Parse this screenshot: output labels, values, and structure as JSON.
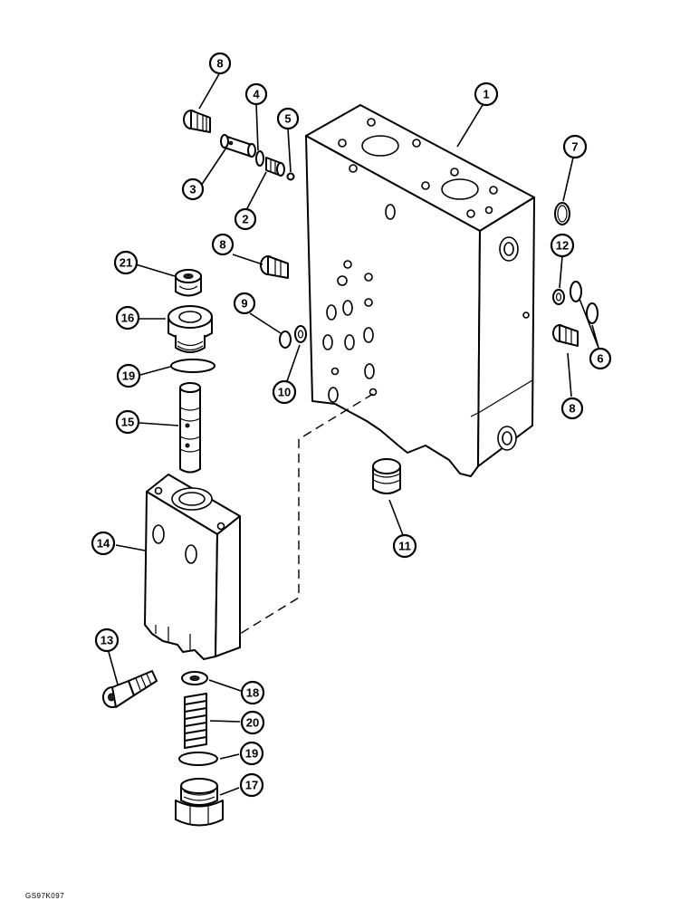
{
  "callouts": [
    {
      "label": "8"
    },
    {
      "label": "4"
    },
    {
      "label": "5"
    },
    {
      "label": "1"
    },
    {
      "label": "3"
    },
    {
      "label": "2"
    },
    {
      "label": "7"
    },
    {
      "label": "21"
    },
    {
      "label": "8"
    },
    {
      "label": "12"
    },
    {
      "label": "16"
    },
    {
      "label": "9"
    },
    {
      "label": "19"
    },
    {
      "label": "10"
    },
    {
      "label": "6"
    },
    {
      "label": "8"
    },
    {
      "label": "15"
    },
    {
      "label": "11"
    },
    {
      "label": "14"
    },
    {
      "label": "13"
    },
    {
      "label": "18"
    },
    {
      "label": "20"
    },
    {
      "label": "19"
    },
    {
      "label": "17"
    }
  ],
  "reference_code": "GS97K097"
}
